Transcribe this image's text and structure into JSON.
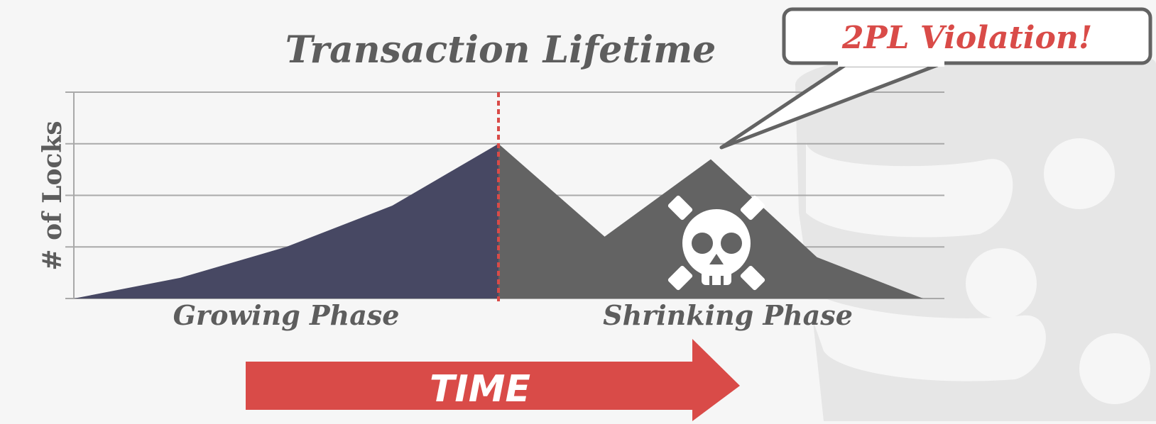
{
  "title": "Transaction Lifetime",
  "y_axis_label": "# of Locks",
  "phases": {
    "growing": "Growing Phase",
    "shrinking": "Shrinking Phase"
  },
  "time_label": "TIME",
  "callout_text": "2PL Violation!",
  "skull_icon": "skull-crossbones-icon",
  "colors": {
    "background": "#f6f6f6",
    "growing_fill": "#474863",
    "shrinking_fill": "#636363",
    "accent_red": "#d94b48",
    "text_gray": "#5d5d5d",
    "grid": "#a9a9a9",
    "watermark": "#e6e6e6"
  },
  "chart_data": {
    "type": "area",
    "title": "Transaction Lifetime",
    "ylabel": "# of Locks",
    "xlabel": "TIME",
    "grid": true,
    "x": [
      0,
      1,
      2,
      3,
      4,
      5,
      6,
      7,
      8
    ],
    "series": [
      {
        "name": "Growing Phase",
        "x": [
          0,
          1,
          2,
          3,
          4
        ],
        "values": [
          0,
          0.4,
          1,
          1.8,
          3
        ]
      },
      {
        "name": "Shrinking Phase",
        "x": [
          4,
          5,
          6,
          7,
          8
        ],
        "values": [
          3,
          1.2,
          2.7,
          0.8,
          0
        ]
      }
    ],
    "ylim": [
      0,
      4
    ],
    "xlim": [
      0,
      8
    ],
    "lock_point_x": 4,
    "annotation": {
      "text": "2PL Violation!",
      "x": 6,
      "y": 2.7
    }
  }
}
